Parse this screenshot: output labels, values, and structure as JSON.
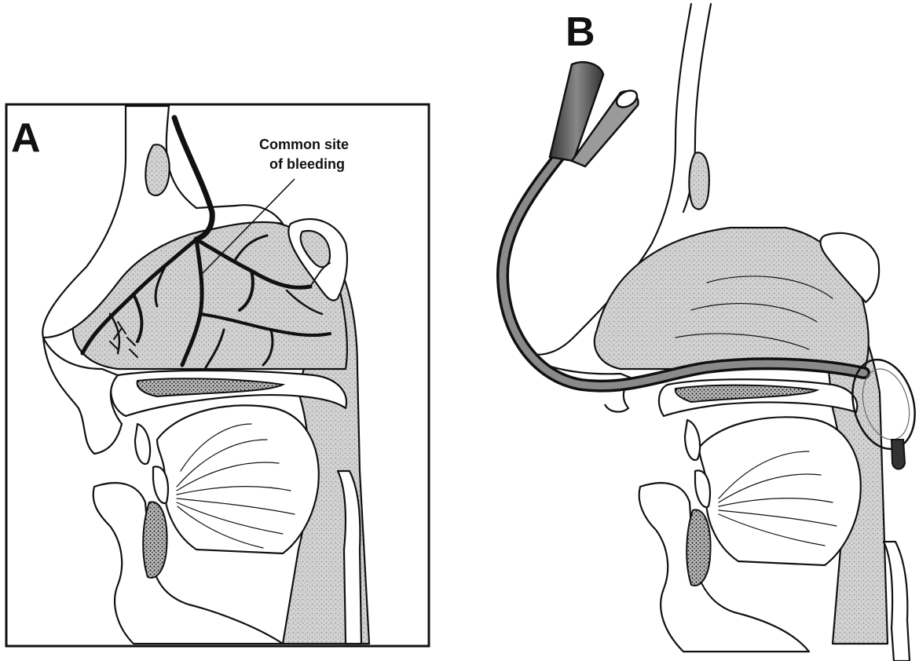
{
  "figure": {
    "panel_a": {
      "letter": "A",
      "callout_line1": "Common site",
      "callout_line2": "of bleeding"
    },
    "panel_b": {
      "letter": "B"
    }
  },
  "colors": {
    "ink": "#111111",
    "tissue_fill": "#cfcfcf",
    "background": "#ffffff"
  }
}
